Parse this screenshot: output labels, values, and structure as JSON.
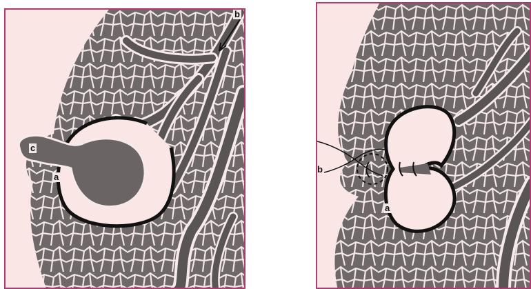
{
  "panels": [
    {
      "id": "left",
      "labels": {
        "b": "b",
        "c": "c",
        "a": "a"
      }
    },
    {
      "id": "right",
      "labels": {
        "b": "b",
        "a": "a"
      }
    }
  ],
  "colors": {
    "frame": "#b23a6e",
    "background": "#fbe6e6",
    "cells": "#6e6868",
    "cell_lines": "#f4e6e6",
    "duct": "#5a5555",
    "outline": "#111111"
  }
}
